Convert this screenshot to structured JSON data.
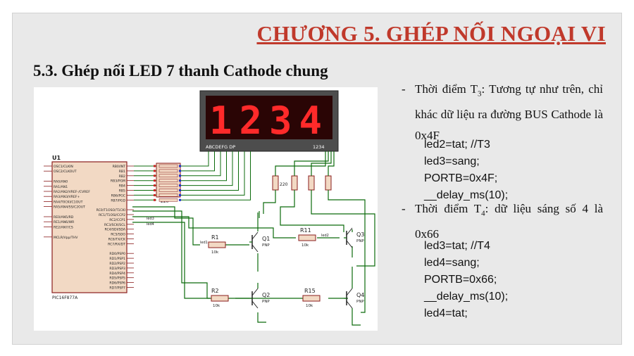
{
  "slide": {
    "chapter_title": "CHƯƠNG 5. GHÉP NỐI NGOẠI VI",
    "section_title": "5.3. Ghép nối LED 7 thanh Cathode chung"
  },
  "circuit": {
    "display_digits": "1234",
    "display_pins_left": "ABCDEFG DP",
    "display_pins_right": "1234",
    "mcu_ref": "U1",
    "mcu_part": "PIC16F877A",
    "mcu_left_pins": [
      "OSC1/CLKIN",
      "OSC2/CLKOUT",
      "",
      "RA0/AN0",
      "RA1/AN1",
      "RA2/AN2/VREF-/CVREF",
      "RA3/AN3/VREF+",
      "RA4/T0CKI/C1OUT",
      "RA5/AN4/SS/C2OUT",
      "",
      "RE0/AN5/RD",
      "RE1/AN6/WR",
      "RE2/AN7/CS",
      "",
      "MCLR/Vpp/THV"
    ],
    "mcu_right_pins": [
      "RB0/INT",
      "RB1",
      "RB2",
      "RB3/PGM",
      "RB4",
      "RB5",
      "RB6/PGC",
      "RB7/PGD",
      "",
      "RC0/T1OSO/T1CKI",
      "RC1/T1OSI/CCP2",
      "RC2/CCP1",
      "RC3/SCK/SCL",
      "RC4/SDI/SDA",
      "RC5/SDO",
      "RC6/TX/CK",
      "RC7/RX/DT",
      "",
      "RD0/PSP0",
      "RD1/PSP1",
      "RD2/PSP2",
      "RD3/PSP3",
      "RD4/PSP4",
      "RD5/PSP5",
      "RD6/PSP6",
      "RD7/PSP7"
    ],
    "resistor_array_label": "220",
    "resistor_220": "220",
    "net_labels": [
      "led1",
      "led2",
      "led3",
      "led4"
    ],
    "parts": [
      {
        "ref": "R1",
        "value": "10k"
      },
      {
        "ref": "R2",
        "value": "10k"
      },
      {
        "ref": "R11",
        "value": "10k"
      },
      {
        "ref": "R15",
        "value": "10k"
      },
      {
        "ref": "Q1",
        "type": "PNP"
      },
      {
        "ref": "Q2",
        "type": "PNP"
      },
      {
        "ref": "Q3",
        "type": "PNP"
      },
      {
        "ref": "Q4",
        "type": "PNP"
      }
    ]
  },
  "text": {
    "bullet1_prefix": "Thời điểm T",
    "bullet1_sub": "3",
    "bullet1_rest": ": Tương tự như trên, chỉ khác dữ liệu ra đường BUS Cathode là 0x4F",
    "code1": [
      "led2=tat; //T3",
      "led3=sang;",
      "PORTB=0x4F;",
      "__delay_ms(10);"
    ],
    "bullet2_prefix": "Thời điểm T",
    "bullet2_sub": "4",
    "bullet2_rest": ": dữ liệu sáng số 4 là 0x66",
    "code2": [
      "led3=tat; //T4",
      "led4=sang;",
      "PORTB=0x66;",
      "__delay_ms(10);",
      "led4=tat;"
    ]
  },
  "colors": {
    "title": "#c0392b",
    "display_bg": "#3a0b0b",
    "segment": "#ff2a2a",
    "wire": "#0c6b0c",
    "body": "#e9e9e9"
  }
}
